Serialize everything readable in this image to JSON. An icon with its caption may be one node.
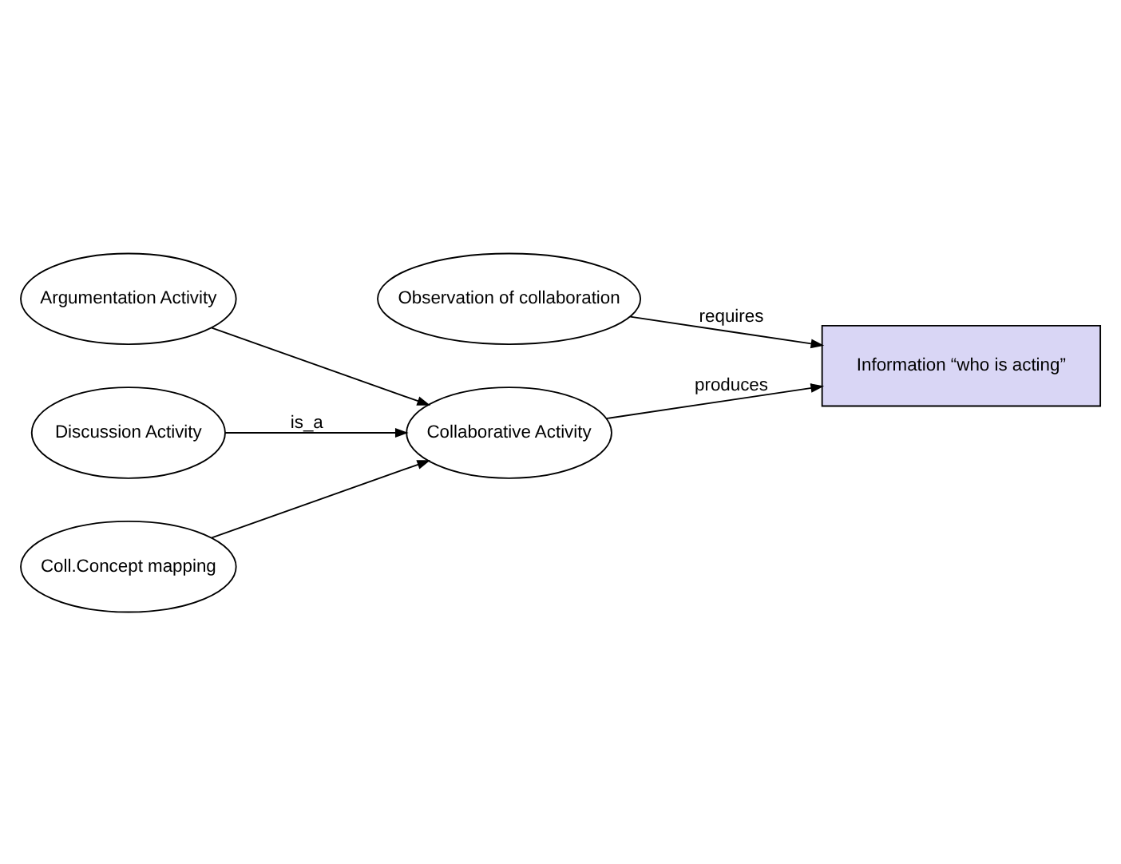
{
  "diagram": {
    "nodes": [
      {
        "text": [
          "Collaborative Activity"
        ]
      },
      {
        "text": [
          "Argumentation Activity"
        ]
      },
      {
        "text": [
          "Discussion Activity"
        ]
      },
      {
        "text": [
          "Coll.Concept mapping"
        ]
      },
      {
        "text": [
          "Information “who is acting”"
        ]
      },
      {
        "text": [
          "Observation of collaboration"
        ]
      }
    ],
    "edges": [
      {
        "from": 1,
        "to": 0,
        "arrow": "to"
      },
      {
        "from": 2,
        "to": 0,
        "arrow": "to",
        "label": "is_a"
      },
      {
        "from": 3,
        "to": 0,
        "arrow": "to"
      },
      {
        "from": 0,
        "to": 4,
        "arrow": "to",
        "label": "produces"
      },
      {
        "from": 5,
        "to": 4,
        "arrow": "to",
        "label": "requires"
      }
    ]
  }
}
